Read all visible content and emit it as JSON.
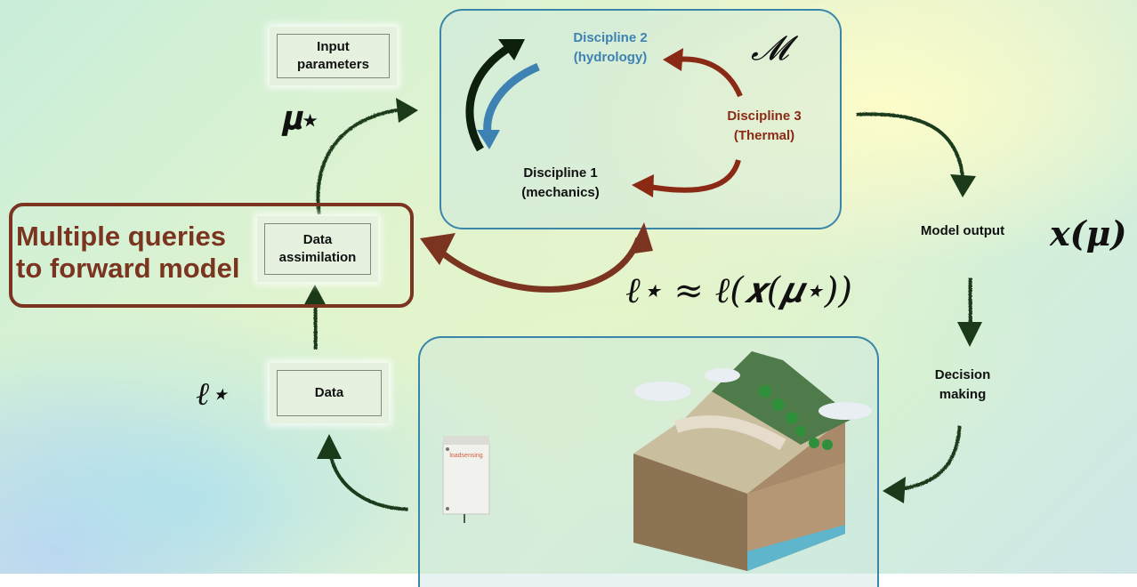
{
  "cards": {
    "input_parameters": "Input\nparameters",
    "data_assimilation": "Data\nassimilation",
    "data": "Data"
  },
  "disciplines": {
    "d1": "Discipline 1\n(mechanics)",
    "d2": "Discipline 2\n(hydrology)",
    "d3": "Discipline 3\n(Thermal)"
  },
  "math": {
    "model_symbol": "𝓜",
    "mu_star": "𝝁⋆",
    "ell_star": "ℓ⋆",
    "approx": "ℓ⋆ ≈ ℓ(𝒙(𝝁⋆))",
    "x_mu": "𝒙(𝝁)"
  },
  "labels": {
    "multiple_queries": "Multiple queries\nto forward model",
    "model_output": "Model output",
    "decision_making": "Decision\nmaking",
    "device_brand": "loadsensing"
  },
  "colors": {
    "hydrology": "#3d82b2",
    "thermal": "#8b2a14",
    "queries": "#7a3420",
    "arrow": "#1a3a1a"
  }
}
